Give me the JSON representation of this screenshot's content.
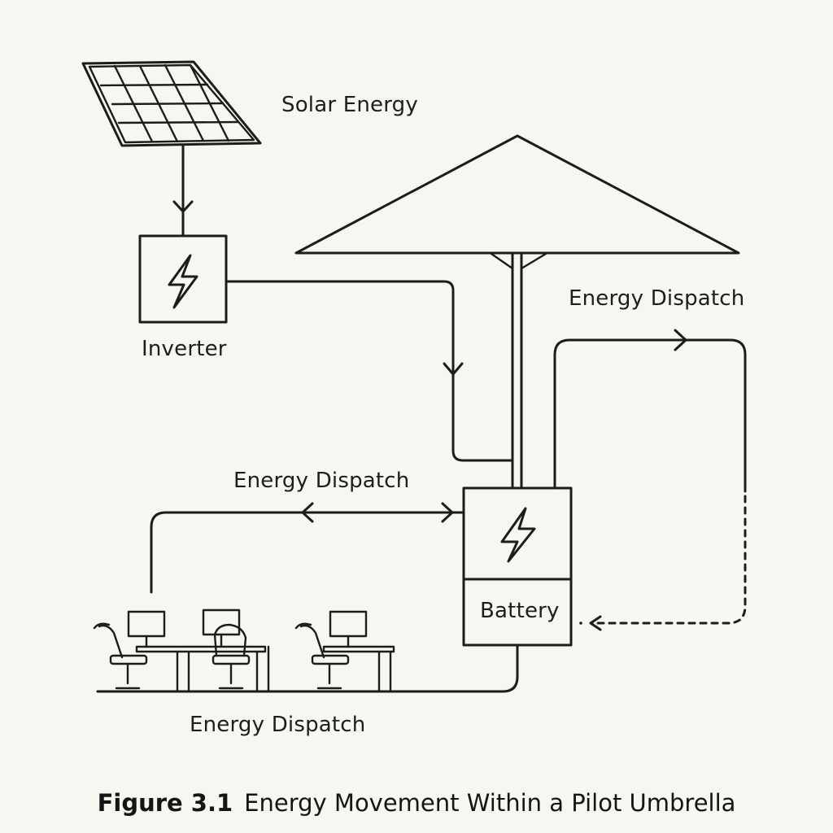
{
  "labels": {
    "solar": "Solar Energy",
    "inverter": "Inverter",
    "dispatch_top_right": "Energy Dispatch",
    "dispatch_middle_left": "Energy Dispatch",
    "dispatch_bottom": "Energy Dispatch",
    "battery": "Battery"
  },
  "caption": {
    "number": "Figure 3.1",
    "text": "Energy Movement Within a Pilot Umbrella"
  },
  "icons": {
    "solar_panel": "solar-panel-icon",
    "inverter_bolt": "lightning-bolt-icon",
    "battery_bolt": "lightning-bolt-icon",
    "umbrella": "umbrella-icon",
    "workstations": "office-desk-chair-icon"
  },
  "colors": {
    "background": "#f7f6f1",
    "ink": "#1c1c1c"
  }
}
